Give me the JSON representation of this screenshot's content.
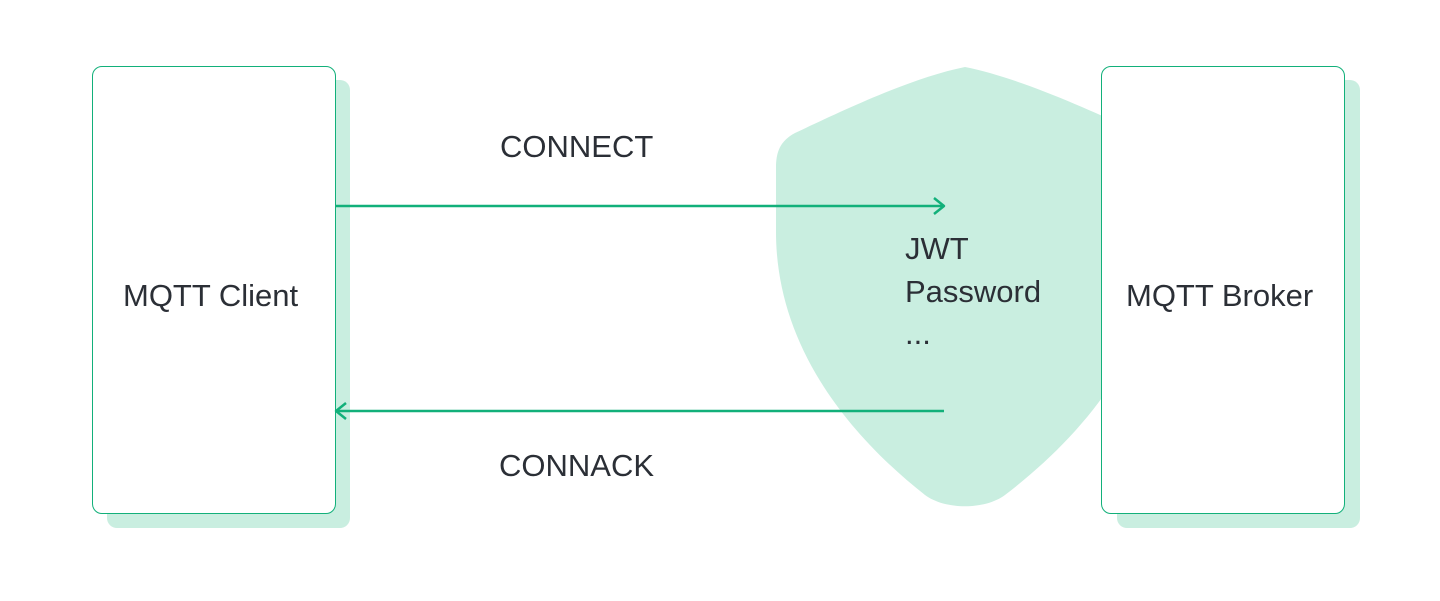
{
  "diagram": {
    "client": {
      "label": "MQTT Client"
    },
    "broker": {
      "label": "MQTT Broker"
    },
    "connect_arrow": {
      "label": "CONNECT"
    },
    "connack_arrow": {
      "label": "CONNACK"
    },
    "auth_shield": {
      "lines": [
        "JWT",
        "Password",
        "..."
      ]
    }
  },
  "colors": {
    "accent": "#12b07a",
    "shield_fill": "#c9eee0",
    "shadow": "#c9eee0",
    "text": "#2b2f36"
  }
}
